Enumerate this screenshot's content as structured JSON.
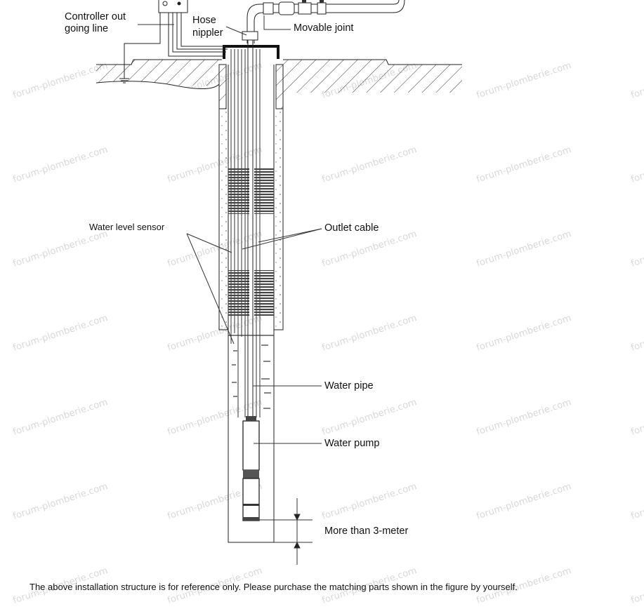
{
  "watermark": "forum-plomberie.com",
  "labels": {
    "controller_line1": "Controller out",
    "controller_line2": "going line",
    "hose_line1": "Hose",
    "hose_line2": "nippler",
    "movable_joint": "Movable joint",
    "water_level_sensor": "Water level sensor",
    "outlet_cable": "Outlet cable",
    "water_pipe": "Water pipe",
    "water_pump": "Water pump",
    "depth": "More than 3-meter"
  },
  "footer": "The above installation structure is for reference only. Please purchase the matching parts shown in the figure by yourself."
}
